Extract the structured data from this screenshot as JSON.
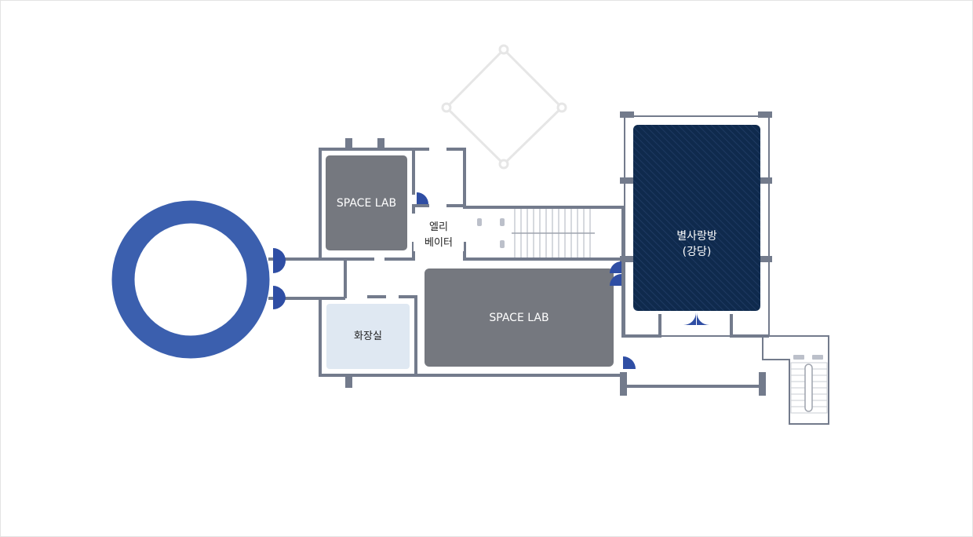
{
  "rooms": {
    "space_lab_upper": "SPACE LAB",
    "space_lab_lower": "SPACE LAB",
    "elevator_line1": "엘리",
    "elevator_line2": "베이터",
    "restroom": "화장실",
    "auditorium_line1": "별사랑방",
    "auditorium_line2": "(강당)"
  },
  "colors": {
    "wall": "#737b8c",
    "space_lab_fill": "#75787f",
    "restroom_fill": "#dfe8f2",
    "auditorium_fill": "#0f2a4d",
    "ring": "#3b5fae",
    "door": "#2f4ea4",
    "diamond": "#e6e6e6"
  }
}
